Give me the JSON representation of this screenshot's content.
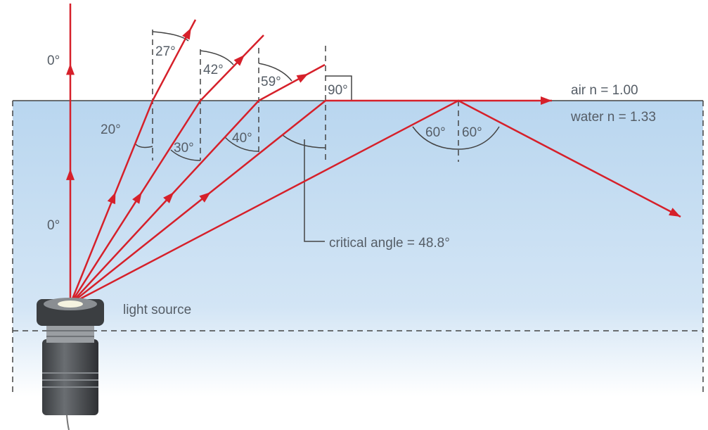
{
  "colors": {
    "ray": "#d6202a",
    "water_top": "#b9d6ef",
    "water_bottom": "#ffffff",
    "text": "#555d66"
  },
  "labels": {
    "air": "air n = 1.00",
    "water": "water n = 1.33",
    "critical": "critical angle = 48.8°",
    "source": "light source",
    "zero_top": "0°",
    "zero_bottom": "0°",
    "a27": "27°",
    "a42": "42°",
    "a59": "59°",
    "a90": "90°",
    "a20": "20°",
    "a30": "30°",
    "a40": "40°",
    "a60l": "60°",
    "a60r": "60°"
  }
}
